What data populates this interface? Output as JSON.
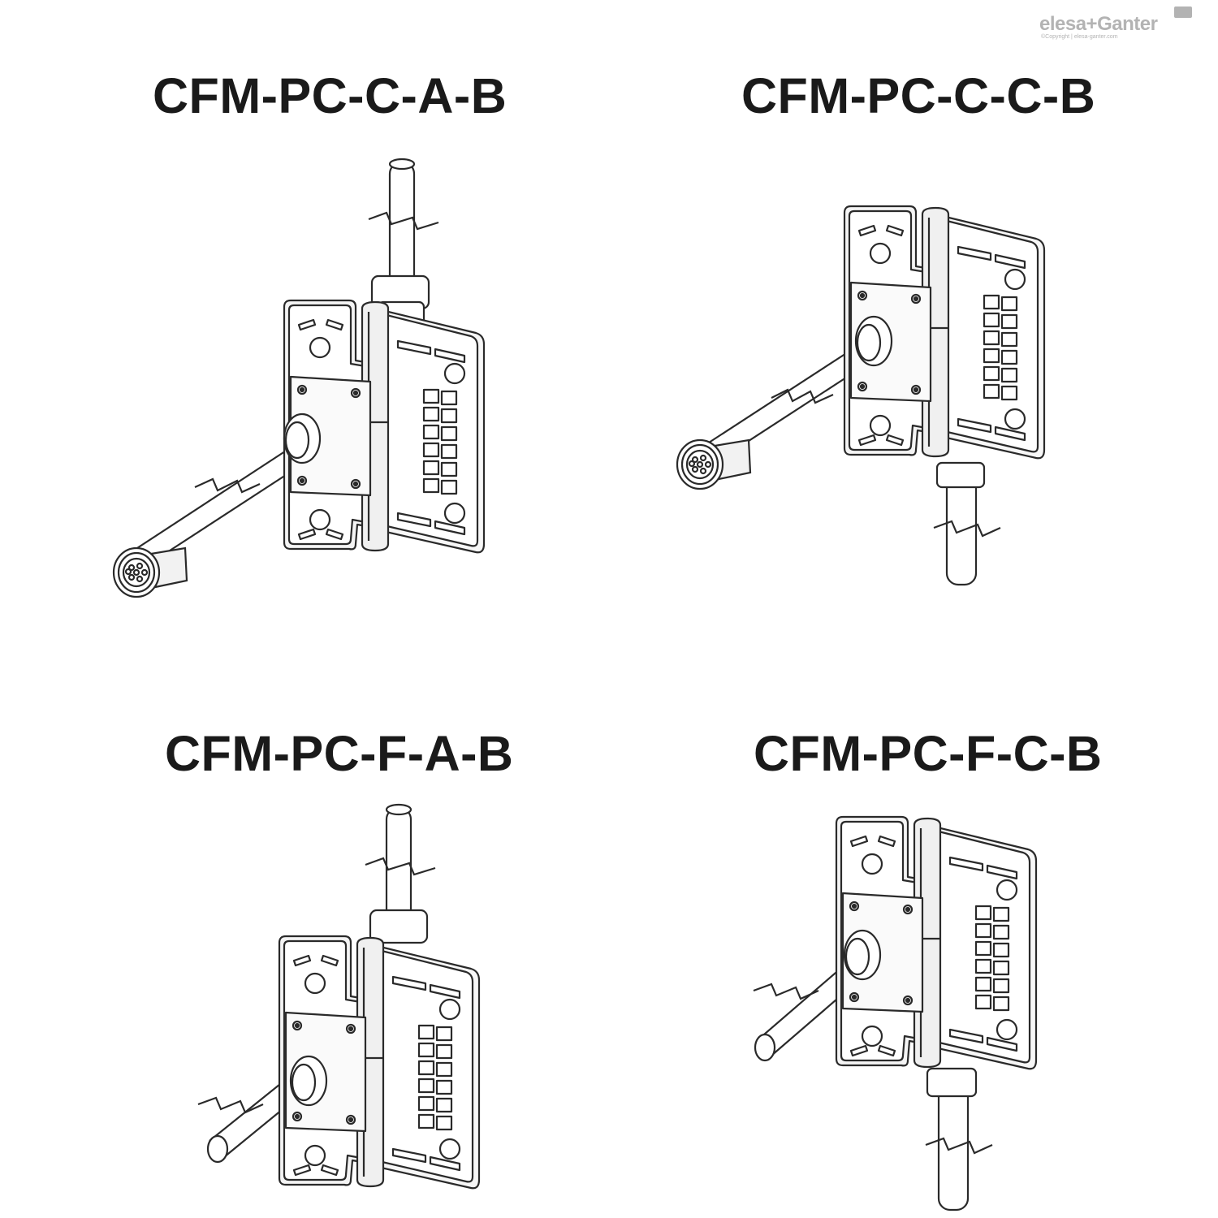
{
  "brand": {
    "name": "elesa+Ganter",
    "copyright": "©Copyright | elesa-ganter.com"
  },
  "variants": [
    {
      "code": "CFM-PC-C-A-B",
      "icon": "hinge-switch-cable-top-connector-icon"
    },
    {
      "code": "CFM-PC-C-C-B",
      "icon": "hinge-switch-cable-bottom-connector-icon"
    },
    {
      "code": "CFM-PC-F-A-B",
      "icon": "hinge-switch-cable-top-free-wire-icon"
    },
    {
      "code": "CFM-PC-F-C-B",
      "icon": "hinge-switch-cable-bottom-free-wire-icon"
    }
  ]
}
